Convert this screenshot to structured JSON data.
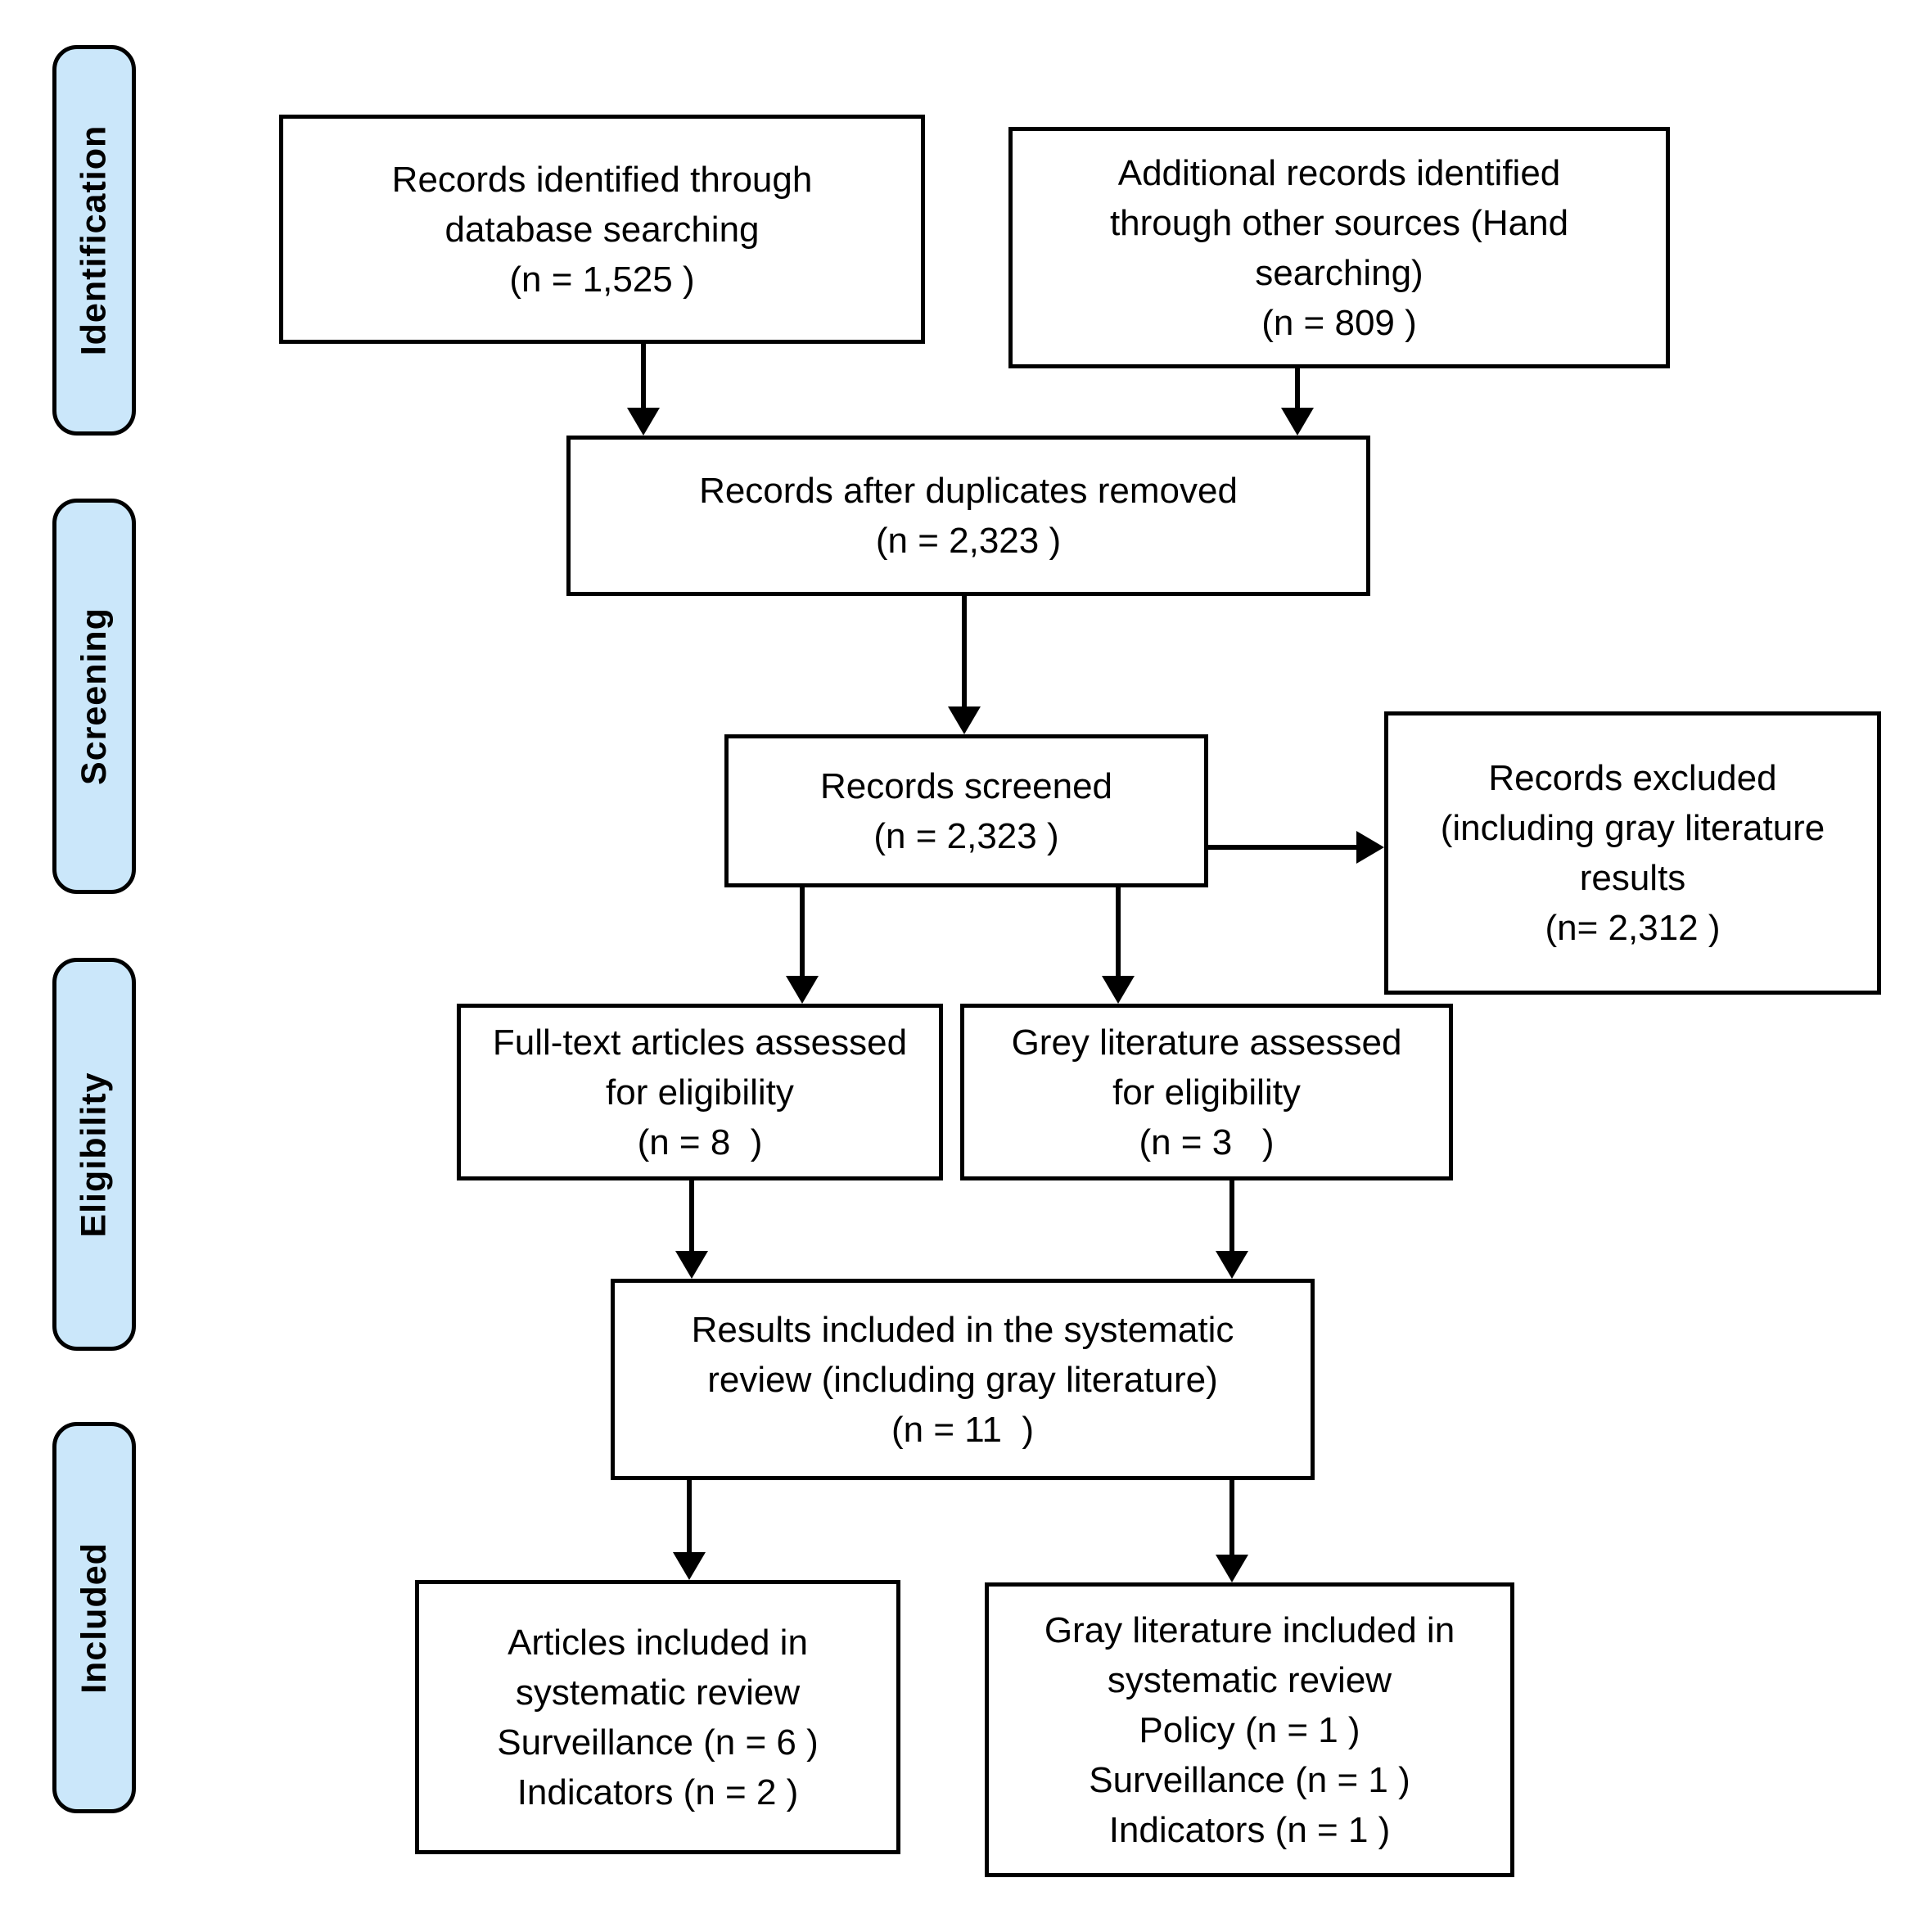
{
  "sidebar": {
    "identification": "Identification",
    "screening": "Screening",
    "eligibility": "Eligibility",
    "included": "Included"
  },
  "boxes": {
    "records_identified": "Records identified through\ndatabase searching\n(n = 1,525 )",
    "additional_records": "Additional records identified\nthrough other sources (Hand\nsearching)\n(n = 809 )",
    "after_duplicates": "Records after duplicates removed\n(n = 2,323 )",
    "records_screened": "Records screened\n(n = 2,323 )",
    "records_excluded": "Records excluded\n(including gray literature\nresults\n(n= 2,312 )",
    "fulltext_assessed": "Full-text articles assessed\nfor eligibility\n(n = 8  )",
    "grey_assessed": "Grey literature assessed\nfor eligibility\n(n = 3   )",
    "results_included": "Results included in the systematic\nreview (including gray literature)\n(n = 11  )",
    "articles_included": "Articles included in\nsystematic review\nSurveillance (n = 6 )\nIndicators (n = 2 )",
    "gray_included": "Gray literature included in\nsystematic review\nPolicy (n = 1 )\nSurveillance (n = 1 )\nIndicators (n = 1 )"
  },
  "colors": {
    "stage_fill": "#cbe7fa",
    "line": "#000000"
  }
}
